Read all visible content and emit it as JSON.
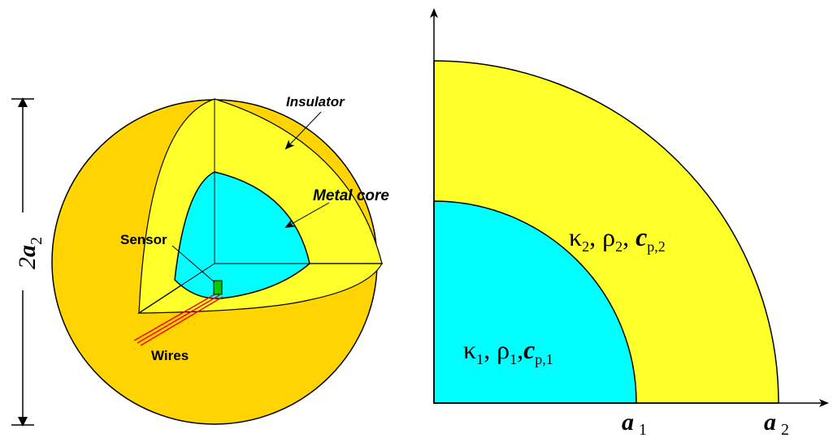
{
  "colors": {
    "outer_shell": "#FFD400",
    "insulator": "#FFFF2A",
    "core": "#00FFFF",
    "sensor": "#00CC00",
    "wires": "#FF0000",
    "lines": "#000000"
  },
  "left_diagram": {
    "labels": {
      "insulator": "Insulator",
      "metal_core": "Metal core",
      "sensor": "Sensor",
      "wires": "Wires"
    },
    "dimension": {
      "coef": "2",
      "sym": "a",
      "sub": "2"
    }
  },
  "right_diagram": {
    "inner_region": {
      "kappa": "κ",
      "k_sub": "1",
      "rho": "ρ",
      "r_sub": "1",
      "c": "c",
      "c_sub": "p,1"
    },
    "outer_region": {
      "kappa": "κ",
      "k_sub": "2",
      "rho": "ρ",
      "r_sub": "2",
      "c": "c",
      "c_sub": "p,2"
    },
    "axis_labels": [
      {
        "sym": "a",
        "sub": "1"
      },
      {
        "sym": "a",
        "sub": "2"
      }
    ]
  }
}
